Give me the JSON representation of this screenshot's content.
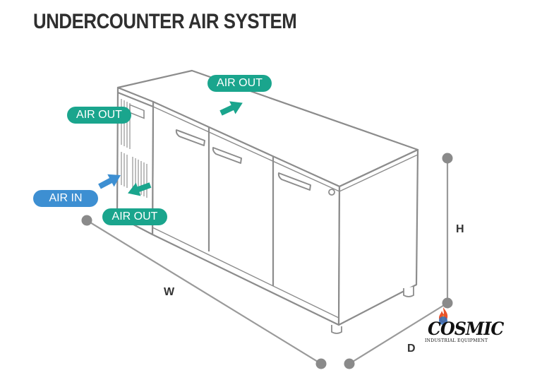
{
  "title": "UNDERCOUNTER AIR SYSTEM",
  "labels": {
    "air_out_top": "AIR OUT",
    "air_out_side": "AIR OUT",
    "air_in": "AIR IN",
    "air_out_bottom": "AIR OUT"
  },
  "dimensions": {
    "width": "W",
    "height": "H",
    "depth": "D"
  },
  "logo": {
    "name": "COSMIC",
    "subtitle": "INDUSTRIAL EQUIPMENT"
  },
  "colors": {
    "air_out": "#1aa58d",
    "air_in": "#3d8fd2",
    "outline": "#8c8c8c",
    "dimension_line": "#9a9a9a",
    "dimension_dot": "#8a8a8a",
    "title": "#2f2f2f"
  },
  "icons": [
    "air-out-arrow-icon",
    "air-in-arrow-icon",
    "air-out-arrow-icon",
    "flame-icon"
  ]
}
